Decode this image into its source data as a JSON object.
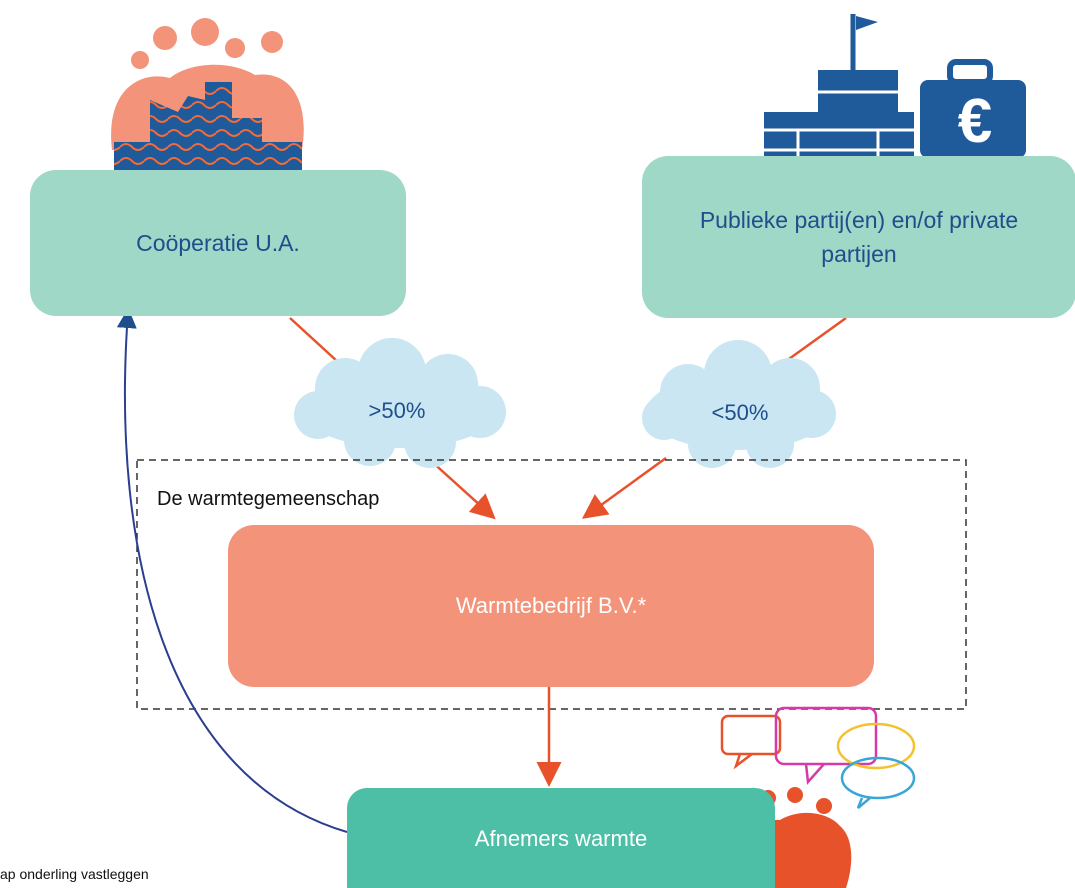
{
  "nodes": {
    "cooperatie": "Coöperatie U.A.",
    "publiek": "Publieke partij(en) en/of private partijen",
    "warmtebedrijf": "Warmtebedrijf B.V.*",
    "afnemers": "Afnemers warmte"
  },
  "group_label": "De warmtegemeenschap",
  "edges": {
    "cooperatie_share": ">50%",
    "publiek_share": "<50%"
  },
  "footnote": "ap onderling vastleggen",
  "colors": {
    "teal_light": "#9fd8c6",
    "teal": "#4cbfa6",
    "salmon": "#f3937a",
    "navy": "#1f4e8c",
    "arrow": "#e8522a",
    "cloud": "#c9e6f2"
  },
  "icons": [
    "crowd-building-icon",
    "government-money-icon",
    "heat-wave-circle-icon",
    "dashboard-chart-icon",
    "speech-bubbles-icon",
    "people-crowd-icon"
  ]
}
